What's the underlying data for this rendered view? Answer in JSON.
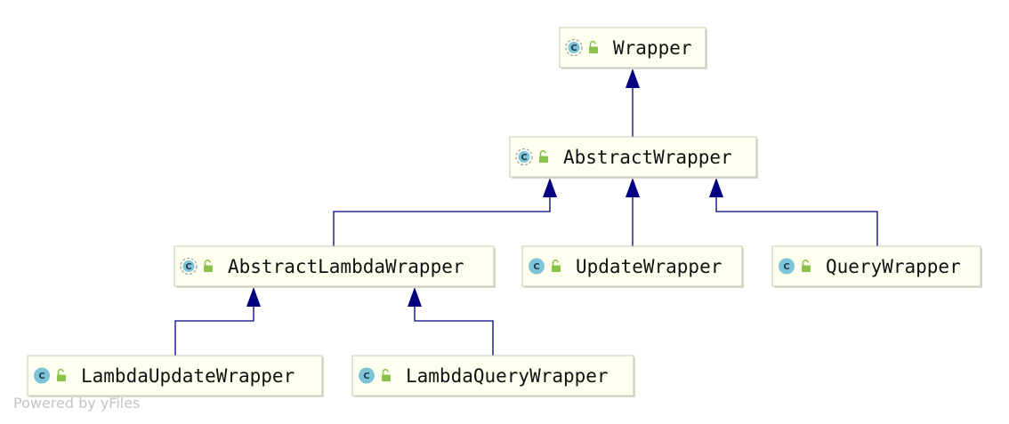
{
  "diagram": {
    "nodes": [
      {
        "id": "wrapper",
        "label": "Wrapper",
        "icon": "abstract-class-icon",
        "icon_letter": "C",
        "visibility_icon": "public-lock-icon"
      },
      {
        "id": "abstract-wrapper",
        "label": "AbstractWrapper",
        "icon": "abstract-class-icon",
        "icon_letter": "C",
        "visibility_icon": "public-lock-icon"
      },
      {
        "id": "abstract-lambda-wrapper",
        "label": "AbstractLambdaWrapper",
        "icon": "abstract-class-icon",
        "icon_letter": "C",
        "visibility_icon": "public-lock-icon"
      },
      {
        "id": "update-wrapper",
        "label": "UpdateWrapper",
        "icon": "class-icon",
        "icon_letter": "C",
        "visibility_icon": "public-lock-icon"
      },
      {
        "id": "query-wrapper",
        "label": "QueryWrapper",
        "icon": "class-icon",
        "icon_letter": "C",
        "visibility_icon": "public-lock-icon"
      },
      {
        "id": "lambda-update-wrapper",
        "label": "LambdaUpdateWrapper",
        "icon": "class-icon",
        "icon_letter": "C",
        "visibility_icon": "public-lock-icon"
      },
      {
        "id": "lambda-query-wrapper",
        "label": "LambdaQueryWrapper",
        "icon": "class-icon",
        "icon_letter": "C",
        "visibility_icon": "public-lock-icon"
      }
    ],
    "edges": [
      {
        "from": "abstract-wrapper",
        "to": "wrapper"
      },
      {
        "from": "abstract-lambda-wrapper",
        "to": "abstract-wrapper"
      },
      {
        "from": "update-wrapper",
        "to": "abstract-wrapper"
      },
      {
        "from": "query-wrapper",
        "to": "abstract-wrapper"
      },
      {
        "from": "lambda-update-wrapper",
        "to": "abstract-lambda-wrapper"
      },
      {
        "from": "lambda-query-wrapper",
        "to": "abstract-lambda-wrapper"
      }
    ],
    "edge_color": "#000080",
    "node_fill": "#fffff0",
    "node_border": "#c8c8b4",
    "class_icon_color": "#7ec3d8",
    "lock_icon_color": "#8bc34a"
  },
  "watermark": "Powered by yFiles"
}
